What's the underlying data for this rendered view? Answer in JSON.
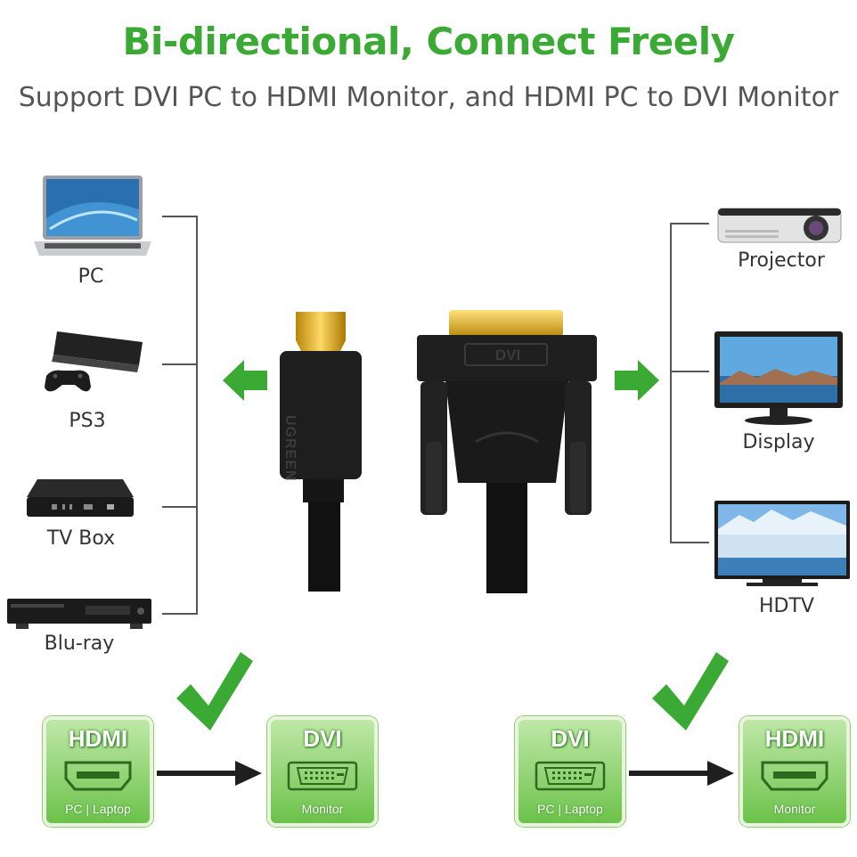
{
  "header": {
    "title": "Bi-directional, Connect Freely",
    "subtitle": "Support DVI PC to HDMI Monitor, and HDMI PC to DVI Monitor"
  },
  "sources": {
    "items": [
      {
        "label": "PC",
        "icon": "laptop-icon"
      },
      {
        "label": "PS3",
        "icon": "game-console-icon"
      },
      {
        "label": "TV Box",
        "icon": "tv-box-icon"
      },
      {
        "label": "Blu-ray",
        "icon": "bluray-player-icon"
      }
    ]
  },
  "displays": {
    "items": [
      {
        "label": "Projector",
        "icon": "projector-icon"
      },
      {
        "label": "Display",
        "icon": "monitor-icon"
      },
      {
        "label": "HDTV",
        "icon": "hdtv-icon"
      }
    ]
  },
  "cable": {
    "hdmi_brand": "UGREEN",
    "dvi_label": "DVI"
  },
  "diagrams": [
    {
      "from": {
        "title": "HDMI",
        "sub": "PC | Laptop"
      },
      "to": {
        "title": "DVI",
        "sub": "Monitor"
      }
    },
    {
      "from": {
        "title": "DVI",
        "sub": "PC | Laptop"
      },
      "to": {
        "title": "HDMI",
        "sub": "Monitor"
      }
    }
  ],
  "colors": {
    "accent_green": "#3aaa35",
    "text_gray": "#555555",
    "gold": "#d4a017",
    "cable_black": "#1a1a1a"
  }
}
